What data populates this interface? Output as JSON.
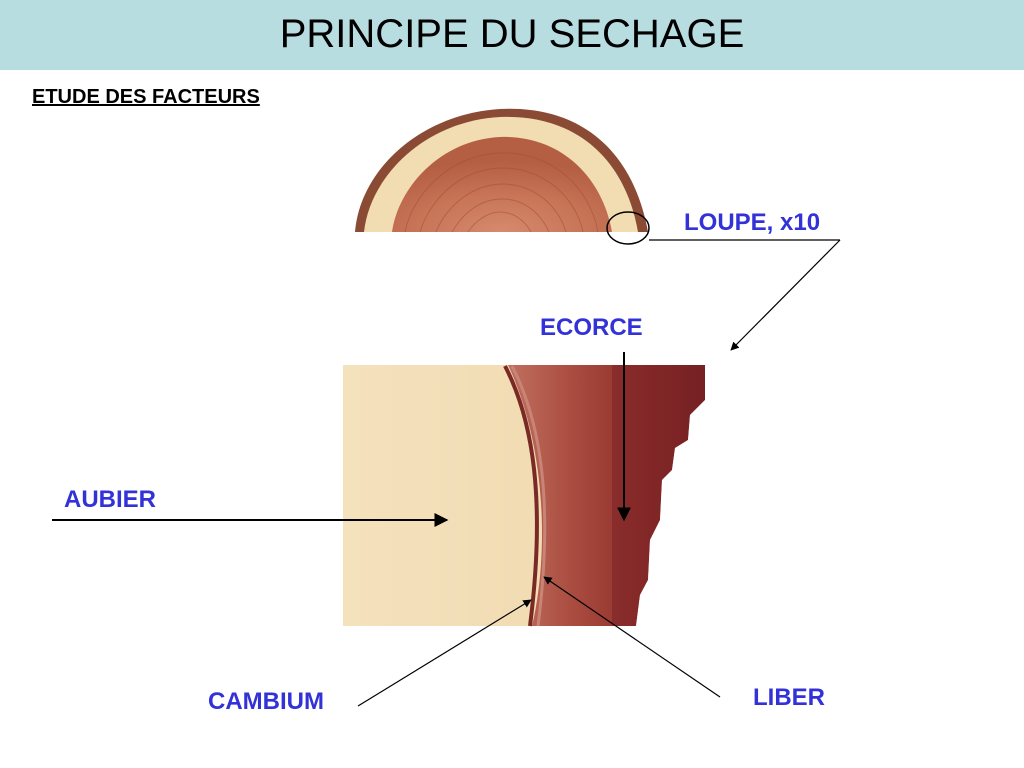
{
  "header": {
    "title": "PRINCIPE DU SECHAGE",
    "background": "#b7dde1"
  },
  "section": {
    "subtitle": "ETUDE DES FACTEURS"
  },
  "labels": {
    "loupe": "LOUPE, x10",
    "ecorce": "ECORCE",
    "aubier": "AUBIER",
    "cambium": "CAMBIUM",
    "liber": "LIBER"
  },
  "colors": {
    "label_text": "#3232d8",
    "sapwood": "#f1ddb4",
    "heartwood": "#c46e4e",
    "bark": "#9c3d33",
    "arrow": "#000000"
  },
  "icons": {
    "log_cross_section": "wood-log-cross-section-image",
    "magnified_bark": "magnified-bark-detail-image",
    "magnifier_circle": "magnifier-circle-icon"
  }
}
